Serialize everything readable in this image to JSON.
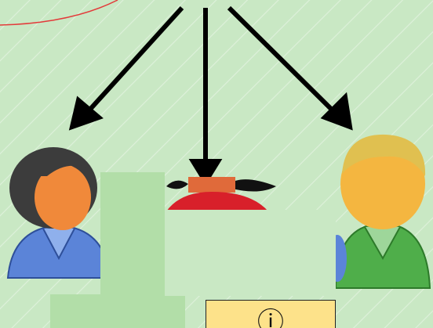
{
  "diagram": {
    "background_color": "#c9e8c4",
    "arrow_color": "#000000",
    "figures": [
      {
        "name": "woman-avatar",
        "hair": "#3c3c3c",
        "skin": "#f0893a",
        "shirt": "#5b84d8"
      },
      {
        "name": "child-avatar",
        "hair": "#111111",
        "skin": "#e06a3a",
        "shirt": "#d8202a"
      },
      {
        "name": "man-avatar",
        "hair": "#e0c050",
        "skin": "#f4b640",
        "shirt": "#4fae4a"
      }
    ],
    "bottom_box": {
      "text": "ⓘ",
      "color": "#fde28a"
    }
  }
}
